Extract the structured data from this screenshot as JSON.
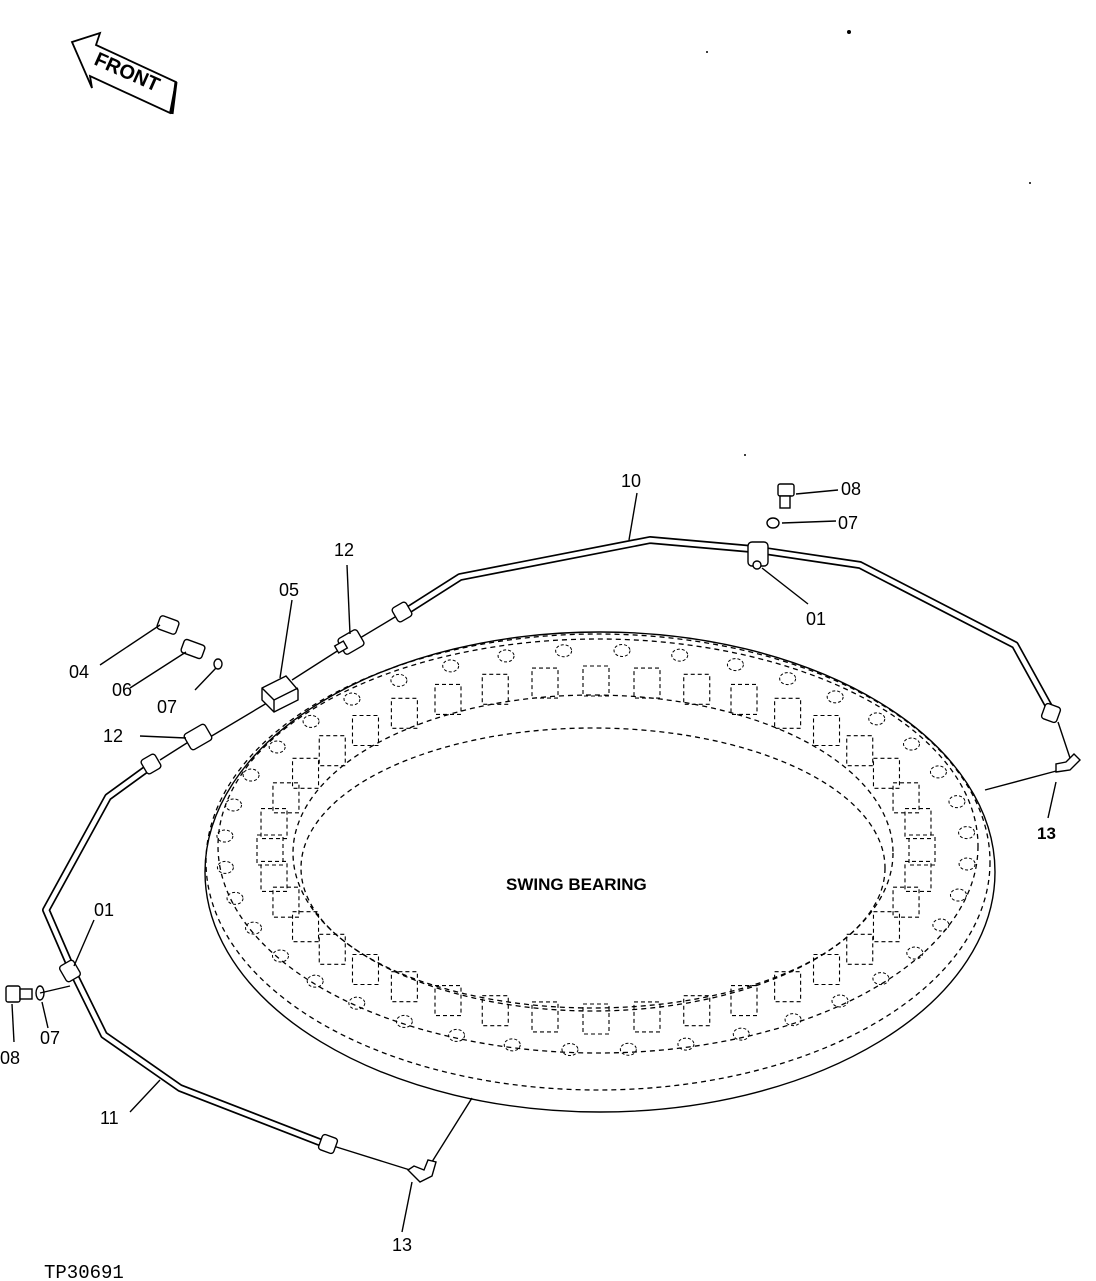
{
  "front_label": "FRONT",
  "bearing_label": "SWING BEARING",
  "ref_number": "TP30691",
  "callouts": {
    "c10": "10",
    "c08_top": "08",
    "c07_top": "07",
    "c01_right": "01",
    "c12_top": "12",
    "c05": "05",
    "c04": "04",
    "c06": "06",
    "c07_mid": "07",
    "c12_left": "12",
    "c13_right": "13",
    "c01_left": "01",
    "c08_left": "08",
    "c07_left": "07",
    "c11": "11",
    "c13_bottom": "13"
  }
}
